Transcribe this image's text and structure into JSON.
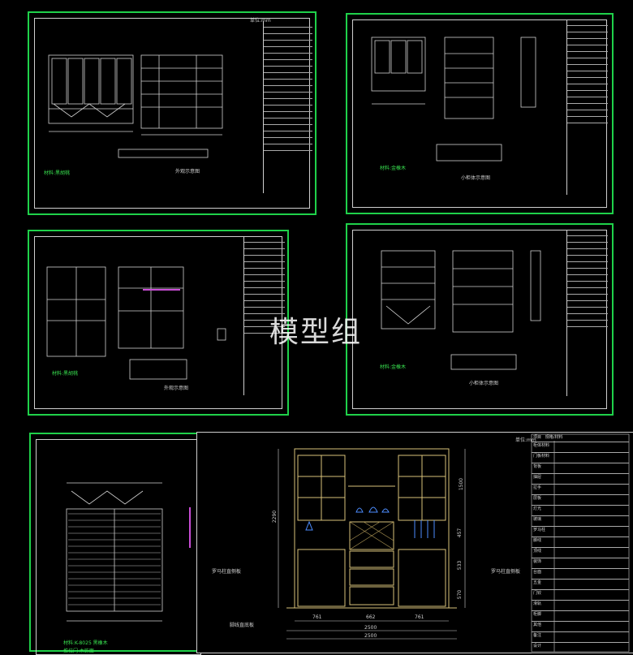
{
  "watermark": "模型组",
  "unit_label": "单位:mm",
  "material_label": "材料:",
  "sheets": [
    {
      "id": "s1",
      "material": "材料:黑胡桃",
      "caption": "外观示意图"
    },
    {
      "id": "s2",
      "material": "材料:金橡木",
      "caption": "小柜体示意图"
    },
    {
      "id": "s3",
      "material": "材料:黑胡桃",
      "caption": "外观示意图"
    },
    {
      "id": "s4",
      "material": "材料:金橡木",
      "caption": "小柜体示意图"
    },
    {
      "id": "s5",
      "material": "材料:K-8025 黑橡木",
      "caption": "",
      "sub": "推拉门 木饰面"
    }
  ],
  "main_drawing": {
    "unit": "单位:mm",
    "left_note": "罗马柱直侧板",
    "right_note": "罗马柱直侧板",
    "bottom_note": "脚线直底板",
    "dims_bottom": [
      "761",
      "662",
      "761"
    ],
    "total_width": [
      "2500",
      "2500"
    ],
    "heights": [
      "2290",
      "1500",
      "457",
      "533",
      "570"
    ],
    "table_header": [
      "项目",
      "规格/材料"
    ],
    "table_rows": [
      "柜体材料",
      "门板材料",
      "背板",
      "抽屉",
      "拉手",
      "层板",
      "灯光",
      "玻璃",
      "罗马柱",
      "脚线",
      "顶线",
      "装饰",
      "台面",
      "五金",
      "门铰",
      "滑轨",
      "柜脚",
      "其他",
      "备注",
      "设计"
    ]
  }
}
